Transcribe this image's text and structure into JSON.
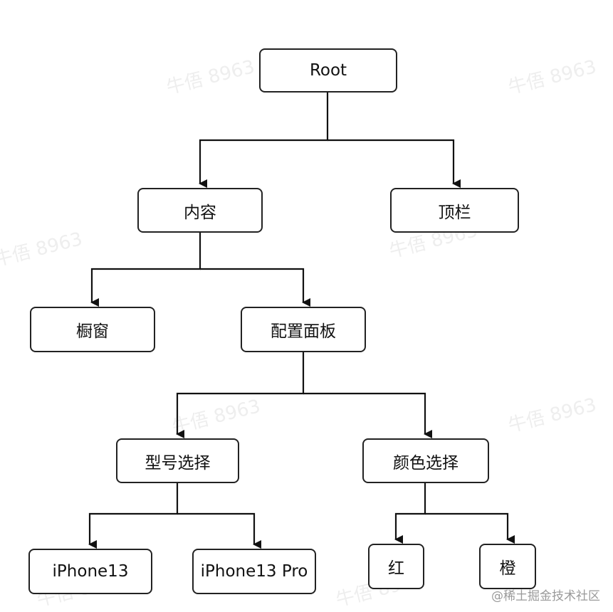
{
  "nodes": {
    "root": "Root",
    "content": "内容",
    "topbar": "顶栏",
    "showcase": "橱窗",
    "config_panel": "配置面板",
    "model_select": "型号选择",
    "color_select": "颜色选择",
    "iphone13": "iPhone13",
    "iphone13pro": "iPhone13 Pro",
    "red": "红",
    "orange": "橙"
  },
  "watermark": "牛俉 8963",
  "credit": "@稀土掘金技术社区"
}
